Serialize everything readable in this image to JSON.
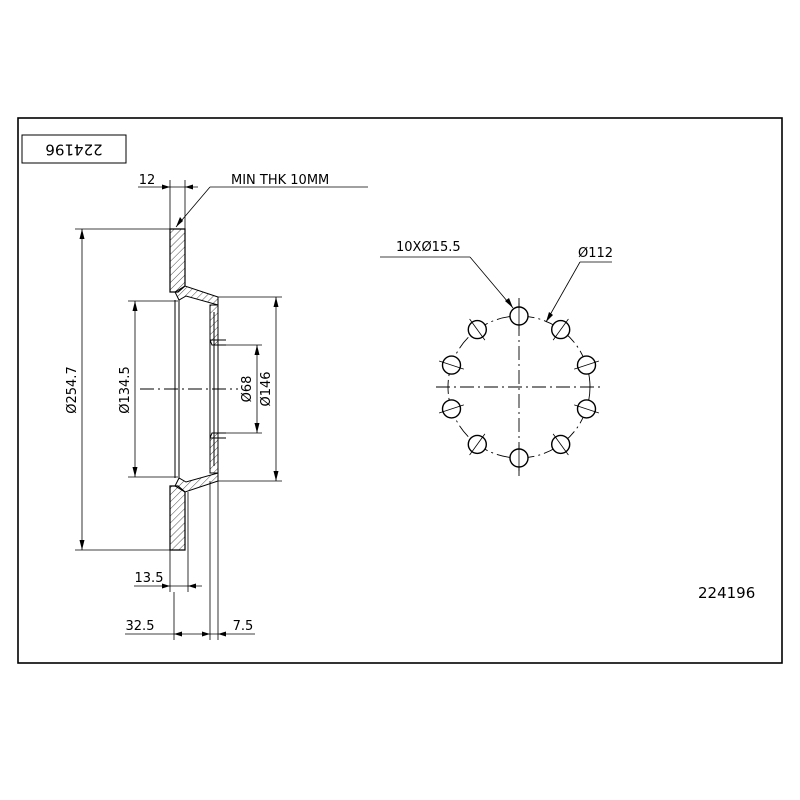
{
  "part_number": "224196",
  "title_box_text": "224196",
  "notes": {
    "min_thickness": "MIN THK 10MM",
    "bolt_holes": "10XØ15.5",
    "bolt_circle": "Ø112"
  },
  "dimensions": {
    "outer_diameter": "Ø254.7",
    "hub_diameter": "Ø134.5",
    "center_bore": "Ø68",
    "hat_diameter": "Ø146",
    "disc_thickness": "12",
    "offset_small": "13.5",
    "total_height": "32.5",
    "flange_thickness": "7.5"
  },
  "bolt_hole_count": 10
}
